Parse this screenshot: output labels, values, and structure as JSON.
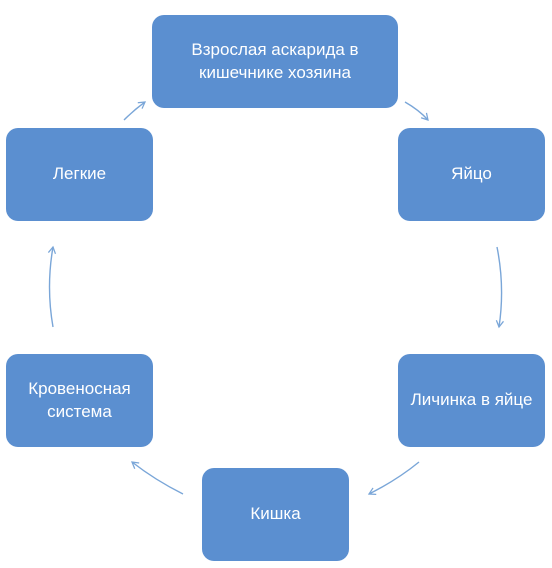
{
  "colors": {
    "node_fill": "#5b8fd0",
    "node_text": "#ffffff",
    "arrow": "#7aa6d8"
  },
  "cycle": {
    "nodes": [
      {
        "label": "Взрослая аскарида в кишечнике хозяина"
      },
      {
        "label": "Яйцо"
      },
      {
        "label": "Личинка в яйце"
      },
      {
        "label": "Кишка"
      },
      {
        "label": "Кровеносная система"
      },
      {
        "label": "Легкие"
      }
    ]
  }
}
